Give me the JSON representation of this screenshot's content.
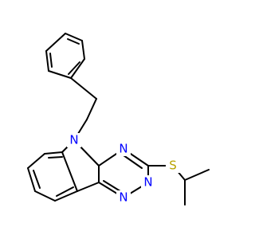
{
  "molecule": {
    "atom_labels": {
      "n_indole": {
        "text": "N",
        "color": "#0000FF"
      },
      "n_triazine_top": {
        "text": "N",
        "color": "#0000FF"
      },
      "n_triazine_right": {
        "text": "N",
        "color": "#0000FF"
      },
      "n_triazine_left": {
        "text": "N",
        "color": "#0000FF"
      },
      "sulfur": {
        "text": "S",
        "color": "#B8A300"
      }
    }
  }
}
